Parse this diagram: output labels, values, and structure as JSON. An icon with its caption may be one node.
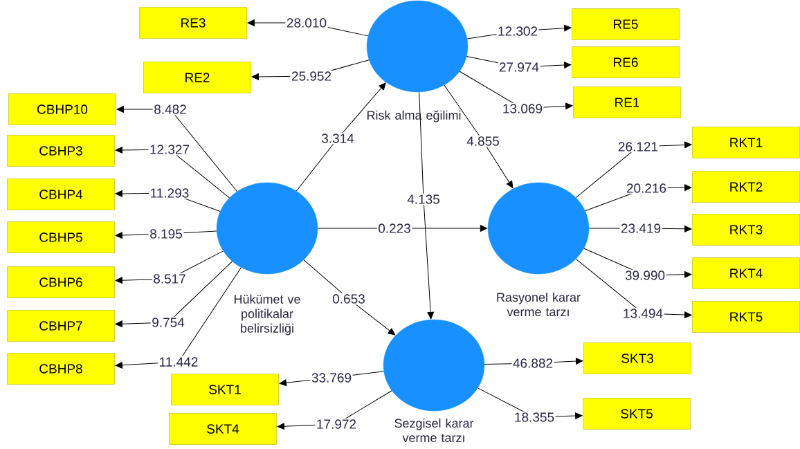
{
  "diagram": {
    "nodes": [
      {
        "text": [
          "Risk alma eğilimi"
        ]
      },
      {
        "text": [
          "Hükümet ve politikalar belirsizliği"
        ]
      },
      {
        "text": [
          "Rasyonel karar verme tarzı"
        ]
      },
      {
        "text": [
          "Sezgisel karar verme tarzı"
        ]
      },
      {
        "text": [
          "RE3"
        ]
      },
      {
        "text": [
          "RE2"
        ]
      },
      {
        "text": [
          "RE5"
        ]
      },
      {
        "text": [
          "RE6"
        ]
      },
      {
        "text": [
          "RE1"
        ]
      },
      {
        "text": [
          "CBHP10"
        ]
      },
      {
        "text": [
          "CBHP3"
        ]
      },
      {
        "text": [
          "CBHP4"
        ]
      },
      {
        "text": [
          "CBHP5"
        ]
      },
      {
        "text": [
          "CBHP6"
        ]
      },
      {
        "text": [
          "CBHP7"
        ]
      },
      {
        "text": [
          "CBHP8"
        ]
      },
      {
        "text": [
          "RKT1"
        ]
      },
      {
        "text": [
          "RKT2"
        ]
      },
      {
        "text": [
          "RKT3"
        ]
      },
      {
        "text": [
          "RKT4"
        ]
      },
      {
        "text": [
          "RKT5"
        ]
      },
      {
        "text": [
          "SKT1"
        ]
      },
      {
        "text": [
          "SKT4"
        ]
      },
      {
        "text": [
          "SKT3"
        ]
      },
      {
        "text": [
          "SKT5"
        ]
      }
    ],
    "edges": [
      {
        "from": 0,
        "to": 4,
        "arrow": "to",
        "label": "28.010"
      },
      {
        "from": 0,
        "to": 5,
        "arrow": "to",
        "label": "25.952"
      },
      {
        "from": 0,
        "to": 6,
        "arrow": "to",
        "label": "12.302"
      },
      {
        "from": 0,
        "to": 7,
        "arrow": "to",
        "label": "27.974"
      },
      {
        "from": 0,
        "to": 8,
        "arrow": "to",
        "label": "13.069"
      },
      {
        "from": 1,
        "to": 9,
        "arrow": "to",
        "label": "8.482"
      },
      {
        "from": 1,
        "to": 10,
        "arrow": "to",
        "label": "12.327"
      },
      {
        "from": 1,
        "to": 11,
        "arrow": "to",
        "label": "11.293"
      },
      {
        "from": 1,
        "to": 12,
        "arrow": "to",
        "label": "8.195"
      },
      {
        "from": 1,
        "to": 13,
        "arrow": "to",
        "label": "8.517"
      },
      {
        "from": 1,
        "to": 14,
        "arrow": "to",
        "label": "9.754"
      },
      {
        "from": 1,
        "to": 15,
        "arrow": "to",
        "label": "11.442"
      },
      {
        "from": 2,
        "to": 16,
        "arrow": "to",
        "label": "26.121"
      },
      {
        "from": 2,
        "to": 17,
        "arrow": "to",
        "label": "20.216"
      },
      {
        "from": 2,
        "to": 18,
        "arrow": "to",
        "label": "23.419"
      },
      {
        "from": 2,
        "to": 19,
        "arrow": "to",
        "label": "39.990"
      },
      {
        "from": 2,
        "to": 20,
        "arrow": "to",
        "label": "13.494"
      },
      {
        "from": 3,
        "to": 21,
        "arrow": "to",
        "label": "33.769"
      },
      {
        "from": 3,
        "to": 22,
        "arrow": "to",
        "label": "17.972"
      },
      {
        "from": 3,
        "to": 23,
        "arrow": "to",
        "label": "46.882"
      },
      {
        "from": 3,
        "to": 24,
        "arrow": "to",
        "label": "18.355"
      },
      {
        "from": 1,
        "to": 0,
        "arrow": "to",
        "label": "3.314"
      },
      {
        "from": 0,
        "to": 2,
        "arrow": "to",
        "label": "4.855"
      },
      {
        "from": 0,
        "to": 3,
        "arrow": "to",
        "label": "4.135"
      },
      {
        "from": 1,
        "to": 2,
        "arrow": "to",
        "label": "0.223"
      },
      {
        "from": 1,
        "to": 3,
        "arrow": "to",
        "label": "0.653"
      }
    ]
  }
}
